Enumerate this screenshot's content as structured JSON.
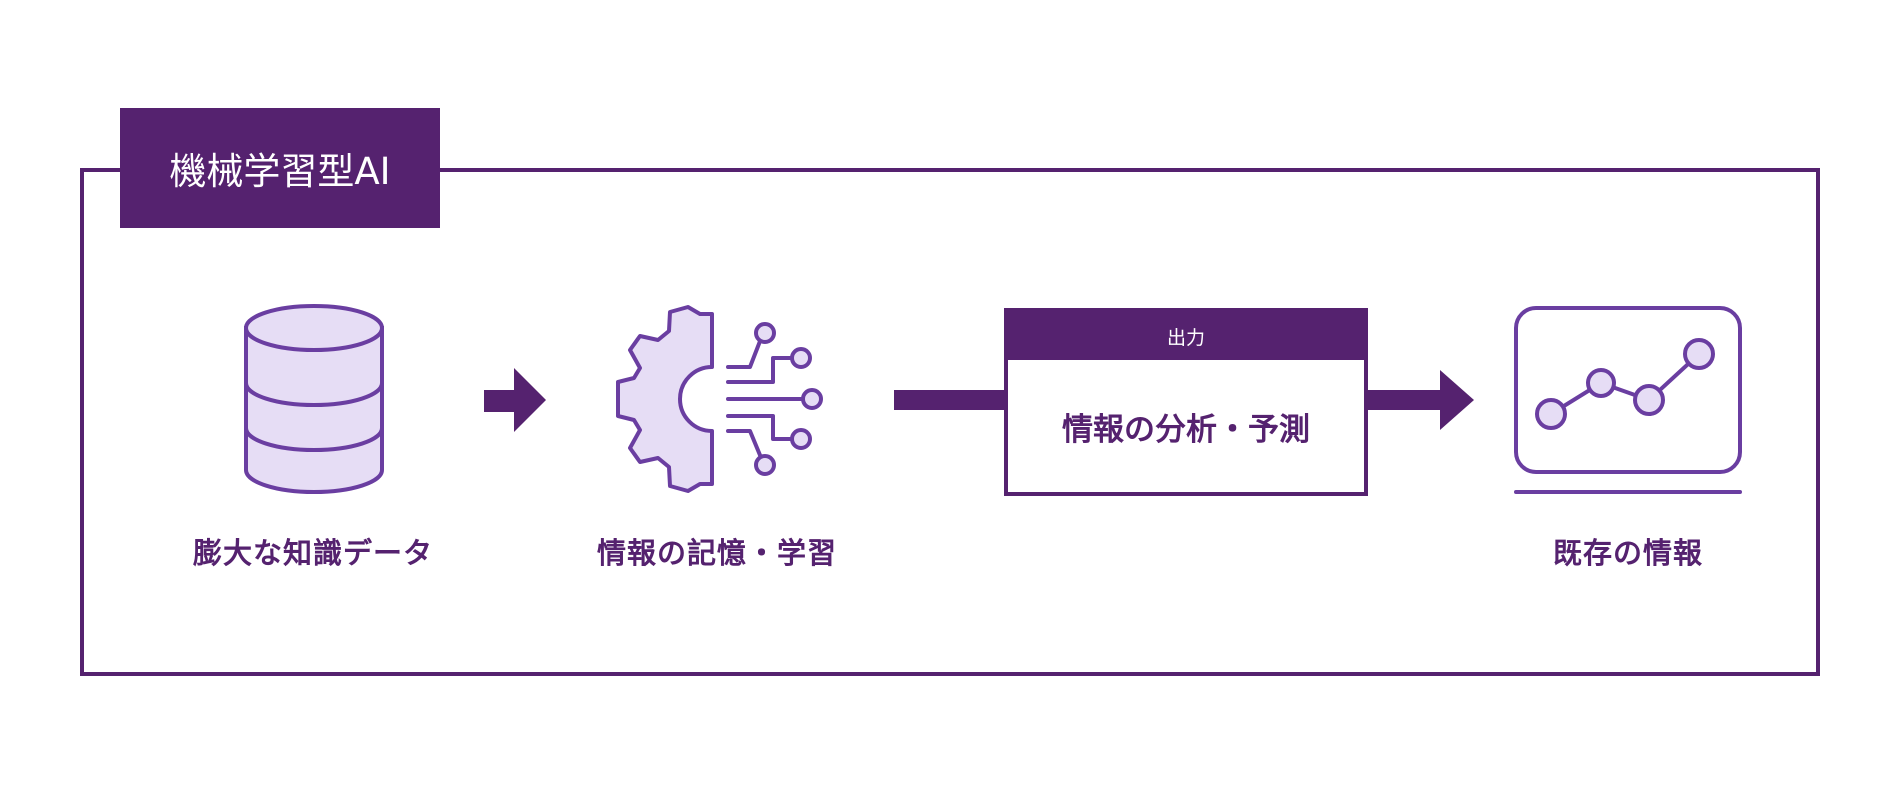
{
  "diagram": {
    "title": "機械学習型AI",
    "steps": [
      {
        "id": "data",
        "label": "膨大な知識データ",
        "icon": "database-icon"
      },
      {
        "id": "learn",
        "label": "情報の記憶・学習",
        "icon": "gear-circuit-icon"
      },
      {
        "id": "output",
        "header": "出力",
        "label": "情報の分析・予測"
      },
      {
        "id": "existing",
        "label": "既存の情報",
        "icon": "line-chart-monitor-icon"
      }
    ],
    "colors": {
      "primary": "#55226F",
      "icon_stroke": "#6A3EA1",
      "icon_fill": "#E6DDF5",
      "background": "#FFFFFF"
    }
  }
}
